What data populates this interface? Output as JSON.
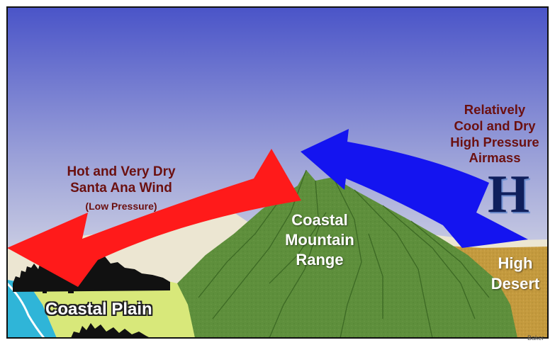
{
  "labels": {
    "hot_wind": [
      "Hot and Very Dry",
      "Santa Ana Wind"
    ],
    "low_pressure": "(Low Pressure)",
    "cool_airmass": [
      "Relatively",
      "Cool and Dry",
      "High Pressure",
      "Airmass"
    ],
    "high_symbol": "H",
    "mountain": [
      "Coastal",
      "Mountain",
      "Range"
    ],
    "desert": [
      "High",
      "Desert"
    ],
    "coastal_plain": "Coastal Plain",
    "credit": "Baker"
  },
  "colors": {
    "sky_top": "#4a54c8",
    "sky_bottom": "#f4f4ec",
    "hot_arrow": "#ff1a1a",
    "cool_arrow": "#1414f0",
    "mountain": "#5e8f3c",
    "desert": "#c49a3e",
    "coastal_plain": "#d8e87a",
    "ocean": "#2fb5d8",
    "text_maroon": "#6b1010"
  }
}
